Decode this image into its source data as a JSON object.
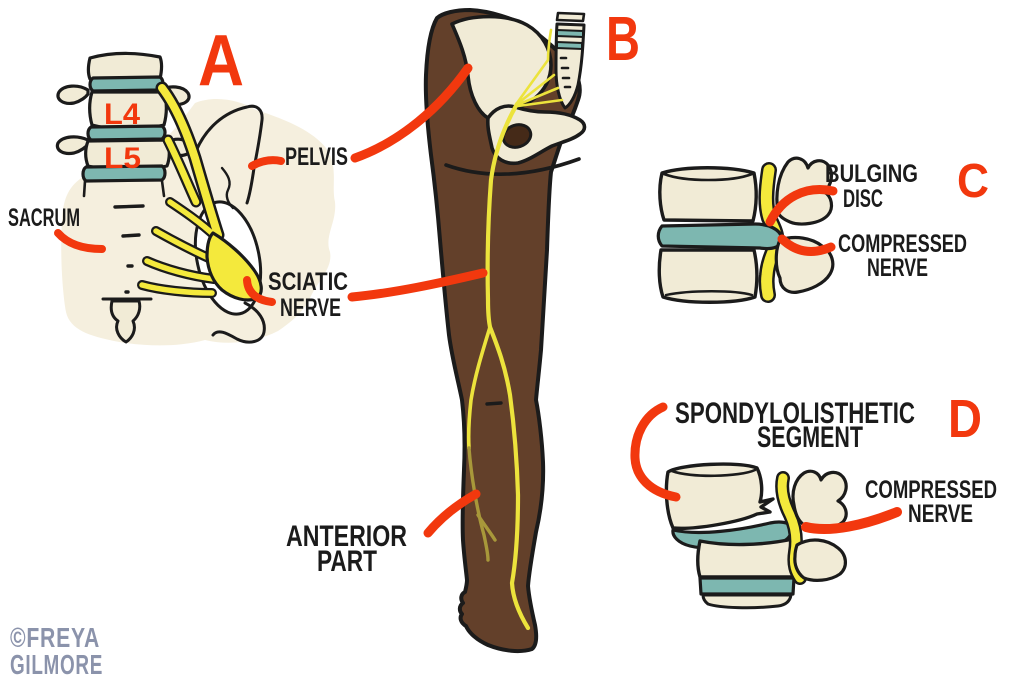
{
  "figure": {
    "type": "medical-illustration",
    "subject": "Sciatic nerve anatomy and nerve compression causes"
  },
  "palette": {
    "red": "#f2380e",
    "ink": "#1b1b1b",
    "bone": "#f1ebd6",
    "bone2": "#f5efde",
    "teal": "#7db7b0",
    "yellow": "#f4e93c",
    "yellow2": "#ece33c",
    "olive": "#a8983a",
    "brown": "#63402a",
    "brown2": "#452a18",
    "sig": "#8b93ab"
  },
  "sections": {
    "a": {
      "letter": "A",
      "l4": "L4",
      "l5": "L5",
      "sacrum": "SACRUM",
      "pelvis": "PELVIS",
      "sciatic1": "SCIATIC",
      "sciatic2": "NERVE"
    },
    "b": {
      "letter": "B",
      "anterior1": "ANTERIOR",
      "anterior2": "PART"
    },
    "c": {
      "letter": "C",
      "bulging1": "BULGING",
      "bulging2": "DISC",
      "compressed1": "COMPRESSED",
      "compressed2": "NERVE"
    },
    "d": {
      "letter": "D",
      "spondy1": "SPONDYLOLISTHETIC",
      "spondy2": "SEGMENT",
      "compressed1": "COMPRESSED",
      "compressed2": "NERVE"
    }
  },
  "credit": {
    "line1": "©FREYA",
    "line2": "GILMORE"
  }
}
